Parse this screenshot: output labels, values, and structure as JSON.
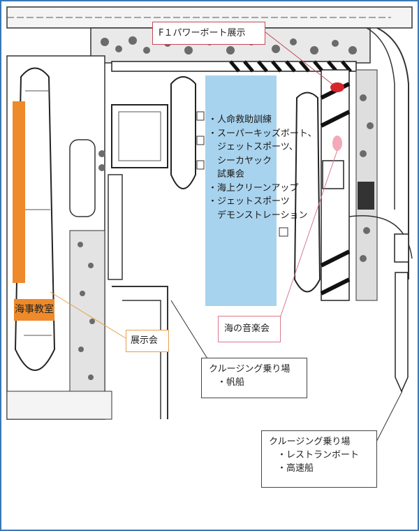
{
  "labels": {
    "f1_powerboat": "F１パワーボート展示",
    "maritime_class": "海事教室",
    "exhibition": "展示会",
    "music_concert": "海の音楽会",
    "cruise_pier_1": {
      "title": "クルージング乗り場",
      "items": [
        "・帆船"
      ]
    },
    "cruise_pier_2": {
      "title": "クルージング乗り場",
      "items": [
        "・レストランボート",
        "・高速船"
      ]
    }
  },
  "events": [
    "・人命救助訓練",
    "・スーパーキッズボート、",
    "　ジェットスポーツ、",
    "　シーカヤック",
    "　試乗会",
    "・海上クリーンアップ",
    "・ジェットスポーツ",
    "　デモンストレーション"
  ],
  "colors": {
    "water_area": "#a8d3ee",
    "maritime_class": "#ee8a2a",
    "f1_marker": "#d8232a",
    "music_marker": "#f3a9b8",
    "exhibit_line": "#e6a04a",
    "f1_line": "#c44a5a",
    "music_line": "#d87a8f"
  }
}
